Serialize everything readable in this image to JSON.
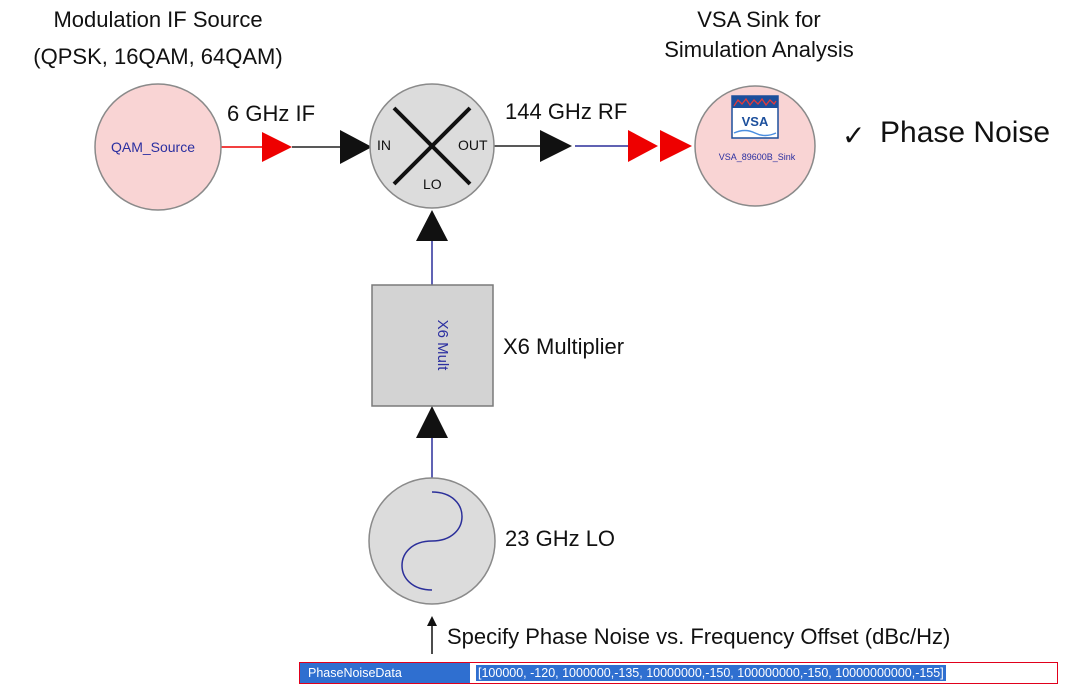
{
  "annotations": {
    "source_title_line1": "Modulation IF Source",
    "source_title_line2": "(QPSK, 16QAM, 64QAM)",
    "sink_title_line1": "VSA Sink for",
    "sink_title_line2": "Simulation Analysis",
    "if_label": "6 GHz IF",
    "rf_label": "144 GHz RF",
    "check_mark": "✓",
    "phase_noise_label": "Phase Noise",
    "multiplier_label": "X6 Multiplier",
    "lo_label": "23 GHz LO",
    "specify_label": "Specify Phase Noise vs. Frequency Offset (dBc/Hz)"
  },
  "blocks": {
    "qam_source": "QAM_Source",
    "mixer_in": "IN",
    "mixer_out": "OUT",
    "mixer_lo": "LO",
    "vsa_logo": "VSA",
    "vsa_sink": "VSA_89600B_Sink",
    "multiplier": "X6 Mult"
  },
  "parameter": {
    "name": "PhaseNoiseData",
    "value": "[100000, -120, 1000000,-135, 10000000,-150, 100000000,-150, 10000000000,-155]"
  },
  "colors": {
    "source_fill": "#f9d4d4",
    "mixer_fill": "#dcdcdc",
    "multiplier_fill": "#d3d3d3",
    "port_red": "#ee0000",
    "wire_blue": "#2b2f9a",
    "label_blue": "#2b2fa0",
    "highlight_blue": "#2f6fd0"
  }
}
